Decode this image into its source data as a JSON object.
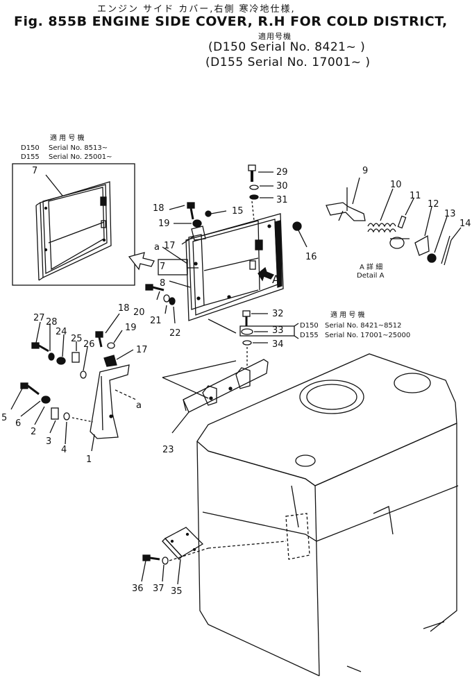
{
  "header": {
    "title_jp": "エンジン サイド カバー,右側  寒冷地仕様,",
    "title_en": "Fig. 855B ENGINE SIDE COVER, R.H FOR COLD DISTRICT,",
    "applicable_jp": "適用号機",
    "serial_line1": "(D150 Serial No. 8421~  )",
    "serial_line2": "(D155 Serial No. 17001~  )"
  },
  "inset_note": {
    "jp": "適 用 号 機",
    "line1_model": "D150",
    "line1_serial": "Serial No. 8513~",
    "line2_model": "D155",
    "line2_serial": "Serial No. 25001~"
  },
  "bolt_note": {
    "jp": "適 用 号 機",
    "line1_model": "D150",
    "line1_serial": "Serial No. 8421~8512",
    "line2_model": "D155",
    "line2_serial": "Serial No. 17001~25000"
  },
  "detail": {
    "jp": "A 詳 細",
    "en": "Detail A",
    "arrow_label": "A"
  },
  "callouts": {
    "n1": "1",
    "n2": "2",
    "n3": "3",
    "n4": "4",
    "n5": "5",
    "n6": "6",
    "n7a": "7",
    "n7b": "7",
    "n8": "8",
    "n9": "9",
    "n10": "10",
    "n11": "11",
    "n12": "12",
    "n13": "13",
    "n14": "14",
    "n15": "15",
    "n16": "16",
    "n17a": "17",
    "n17b": "17",
    "n18a": "18",
    "n18b": "18",
    "n19a": "19",
    "n19b": "19",
    "n20": "20",
    "n21": "21",
    "n22": "22",
    "n23": "23",
    "n24": "24",
    "n25": "25",
    "n26": "26",
    "n27": "27",
    "n28": "28",
    "n29": "29",
    "n30": "30",
    "n31": "31",
    "n32": "32",
    "n33": "33",
    "n34": "34",
    "n35": "35",
    "n36": "36",
    "n37": "37",
    "a_upper": "a",
    "a_lower": "a"
  }
}
